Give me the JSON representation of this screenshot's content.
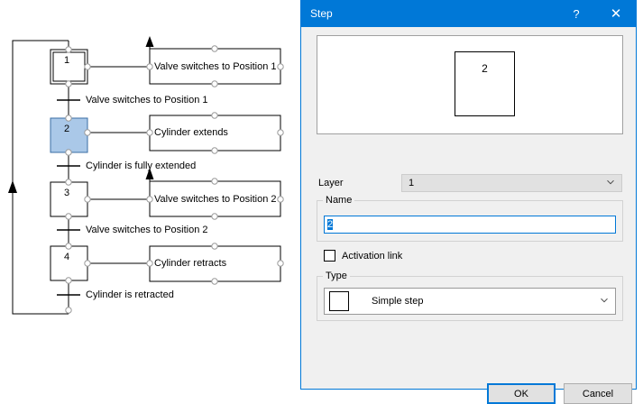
{
  "diagram": {
    "name": "sequential-function-chart",
    "steps": [
      {
        "id": "1",
        "label": "1",
        "type": "initial-step",
        "selected": false
      },
      {
        "id": "2",
        "label": "2",
        "type": "simple-step",
        "selected": true
      },
      {
        "id": "3",
        "label": "3",
        "type": "simple-step",
        "selected": false
      },
      {
        "id": "4",
        "label": "4",
        "type": "simple-step",
        "selected": false
      }
    ],
    "actions": [
      {
        "label": "Valve switches to Position 1"
      },
      {
        "label": "Cylinder extends"
      },
      {
        "label": "Valve switches to Position 2"
      },
      {
        "label": "Cylinder retracts"
      }
    ],
    "transitions": [
      {
        "label": "Valve switches to Position 1"
      },
      {
        "label": "Cylinder is fully extended"
      },
      {
        "label": "Valve switches to Position 2"
      },
      {
        "label": "Cylinder is retracted"
      }
    ],
    "selection_fill": "#aac8e8",
    "selection_stroke": "#3a6ea5"
  },
  "dialog": {
    "title": "Step",
    "titlebar_color": "#0078d7",
    "help_icon": "?",
    "close_icon": "✕",
    "preview": {
      "step_label": "2"
    },
    "layer": {
      "label": "Layer",
      "value": "1"
    },
    "name": {
      "legend": "Name",
      "value": "2",
      "selected": true
    },
    "activation": {
      "label": "Activation link",
      "checked": false
    },
    "type": {
      "legend": "Type",
      "value": "Simple step"
    },
    "buttons": {
      "ok": "OK",
      "cancel": "Cancel"
    }
  }
}
